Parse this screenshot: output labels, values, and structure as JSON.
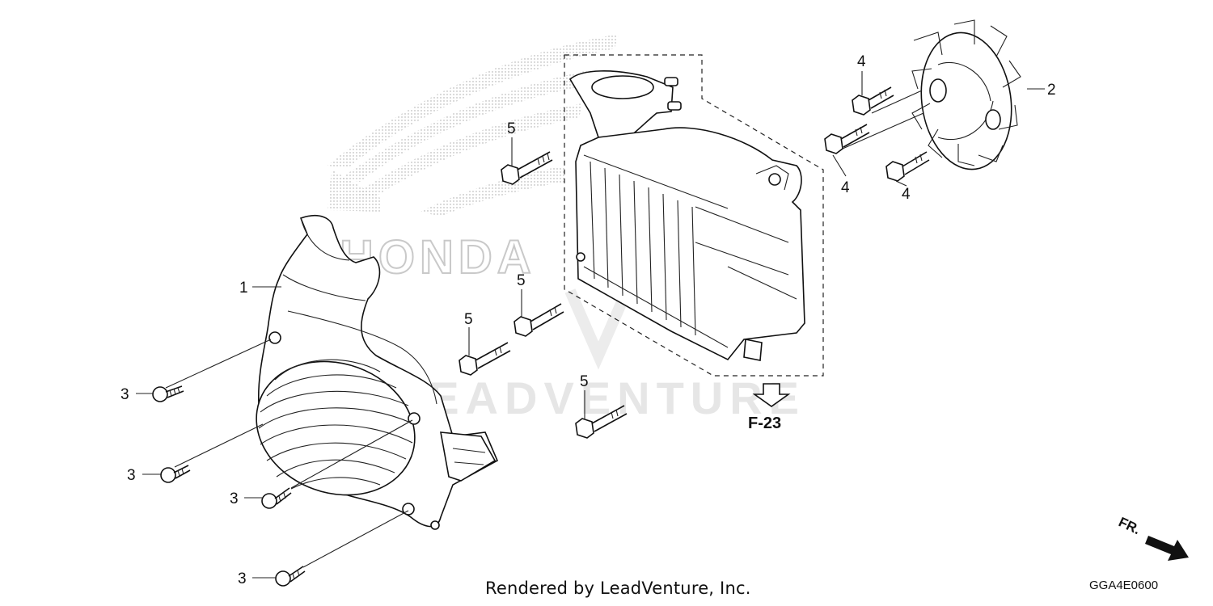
{
  "diagram": {
    "callouts": {
      "c1": "1",
      "c2": "2",
      "c3a": "3",
      "c3b": "3",
      "c3c": "3",
      "c3d": "3",
      "c4a": "4",
      "c4b": "4",
      "c4c": "4",
      "c5a": "5",
      "c5b": "5",
      "c5c": "5",
      "c5d": "5"
    },
    "reference": "F-23",
    "direction_label": "FR.",
    "watermark": "LEADVENTURE",
    "footer": "Rendered by LeadVenture, Inc.",
    "diagram_code": "GGA4E0600"
  }
}
